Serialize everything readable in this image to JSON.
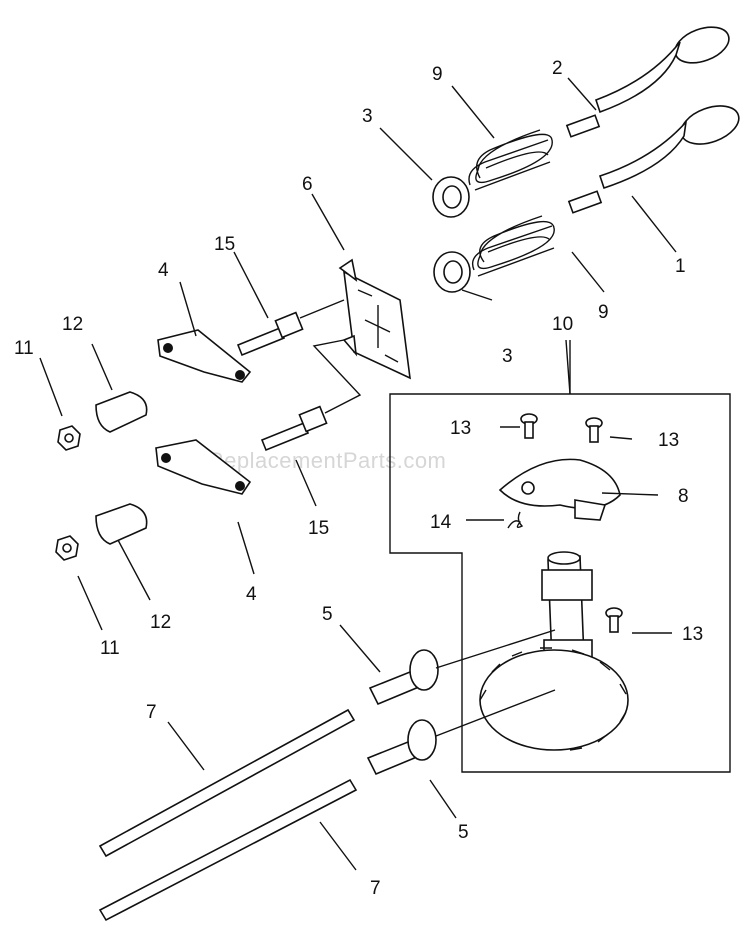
{
  "watermark": "eReplacementParts.com",
  "labels": {
    "l1": "1",
    "l2": "2",
    "l3a": "3",
    "l3b": "3",
    "l4a": "4",
    "l4b": "4",
    "l5a": "5",
    "l5b": "5",
    "l6": "6",
    "l7a": "7",
    "l7b": "7",
    "l8": "8",
    "l9a": "9",
    "l9b": "9",
    "l10": "10",
    "l11a": "11",
    "l11b": "11",
    "l12a": "12",
    "l12b": "12",
    "l13a": "13",
    "l13b": "13",
    "l13c": "13",
    "l14": "14",
    "l15a": "15",
    "l15b": "15"
  }
}
